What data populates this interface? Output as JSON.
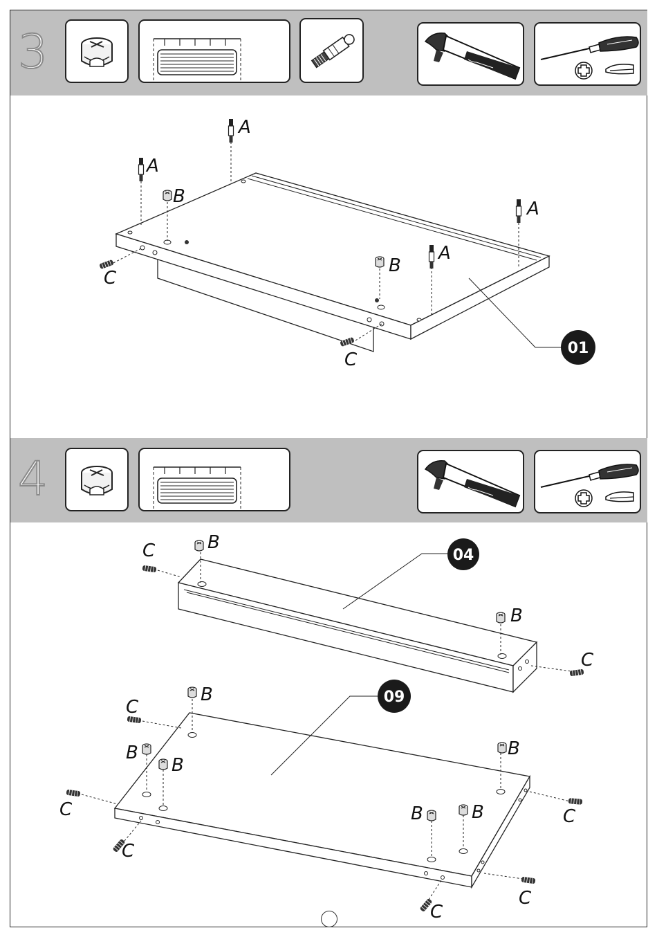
{
  "steps": [
    {
      "number": "3",
      "tools": [
        "cam-lock-icon",
        "dowel-gauge-icon",
        "cam-bolt-icon",
        "hammer-icon",
        "screwdriver-icon"
      ]
    },
    {
      "number": "4",
      "tools": [
        "cam-lock-icon",
        "dowel-gauge-icon",
        "hammer-icon",
        "screwdriver-icon"
      ]
    }
  ],
  "hardware_labels": {
    "A": "A",
    "B": "B",
    "C": "C"
  },
  "parts": {
    "top_panel": "01",
    "back_panel": "04",
    "bottom_panel": "09"
  }
}
